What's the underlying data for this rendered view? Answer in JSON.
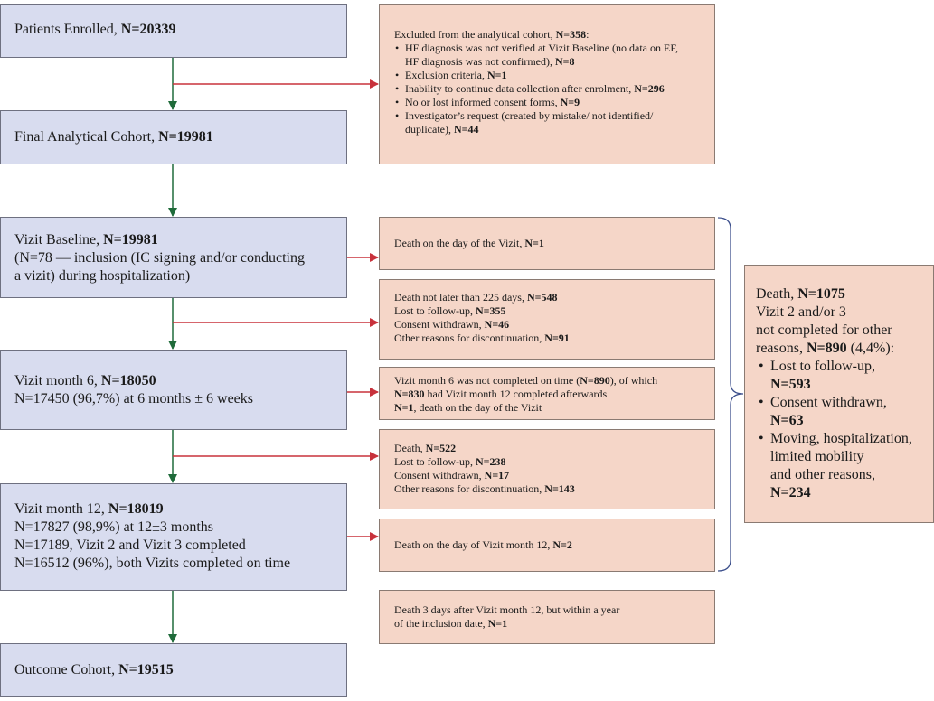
{
  "main_boxes": {
    "enrolled": {
      "label": "Patients Enrolled, ",
      "count": "N=20339"
    },
    "final": {
      "label": "Final Analytical Cohort, ",
      "count": "N=19981"
    },
    "baseline": {
      "label": "Vizit Baseline, ",
      "count": "N=19981",
      "line2": "(N=78 — inclusion (IC signing and/or conducting",
      "line3": "a vizit) during hospitalization)"
    },
    "month6": {
      "label": "Vizit month 6, ",
      "count": "N=18050",
      "line2": "N=17450 (96,7%) at 6 months ± 6 weeks"
    },
    "month12": {
      "label": "Vizit month 12, ",
      "count": "N=18019",
      "line2": "N=17827 (98,9%) at 12±3 months",
      "line3": "N=17189, Vizit 2 and Vizit 3 completed",
      "line4": "N=16512 (96%), both Vizits completed on time"
    },
    "outcome": {
      "label": "Outcome Cohort, ",
      "count": "N=19515"
    }
  },
  "side_boxes": {
    "excluded": {
      "title_pre": "Excluded from the analytical cohort, ",
      "title_n": "N=358",
      "title_post": ":",
      "items": [
        {
          "pre": "HF diagnosis was not verified at Vizit Baseline (no data on EF,",
          "cont": "HF diagnosis was not confirmed), ",
          "n": "N=8"
        },
        {
          "pre": "Exclusion criteria, ",
          "n": "N=1"
        },
        {
          "pre": "Inability to continue data collection after enrolment, ",
          "n": "N=296"
        },
        {
          "pre": "No or lost informed consent forms, ",
          "n": "N=9"
        },
        {
          "pre": "Investigator’s request (created by mistake/ not identified/",
          "cont": "duplicate), ",
          "n": "N=44"
        }
      ]
    },
    "death_visit": {
      "pre": "Death on the day of the Vizit, ",
      "n": "N=1"
    },
    "after_baseline": [
      {
        "pre": "Death not later than 225 days, ",
        "n": "N=548"
      },
      {
        "pre": "Lost to follow-up, ",
        "n": "N=355"
      },
      {
        "pre": "Consent withdrawn, ",
        "n": "N=46"
      },
      {
        "pre": "Other reasons for discontinuation, ",
        "n": "N=91"
      }
    ],
    "month6_late": {
      "l1_pre": "Vizit month 6 was not completed on time (",
      "l1_n": "N=890",
      "l1_post": "), of which",
      "l2_n": "N=830",
      "l2_post": " had Vizit month 12 completed afterwards",
      "l3_n": "N=1",
      "l3_post": ", death on the day of the Vizit"
    },
    "after_month6": [
      {
        "pre": "Death, ",
        "n": "N=522"
      },
      {
        "pre": "Lost to follow-up, ",
        "n": "N=238"
      },
      {
        "pre": "Consent withdrawn, ",
        "n": "N=17"
      },
      {
        "pre": "Other reasons for discontinuation, ",
        "n": "N=143"
      }
    ],
    "death_m12": {
      "pre": "Death on the day of Vizit month 12, ",
      "n": "N=2"
    },
    "death_after": {
      "l1": "Death 3 days after Vizit month 12, but within a year",
      "l2_pre": "of the inclusion date, ",
      "l2_n": "N=1"
    }
  },
  "summary": {
    "death_pre": "Death, ",
    "death_n": "N=1075",
    "l2": "Vizit 2 and/or 3",
    "l3": "not completed for other",
    "l4_pre": "reasons, ",
    "l4_n": "N=890",
    "l4_post": " (4,4%):",
    "items": [
      {
        "label": "Lost to follow-up,",
        "n": "N=593"
      },
      {
        "label": "Consent withdrawn,",
        "n": "N=63"
      },
      {
        "label": "Moving, hospitalization,",
        "l2": "limited mobility",
        "l3": "and other reasons,",
        "n": "N=234"
      }
    ]
  },
  "colors": {
    "main_fill": "#d8dcef",
    "side_fill": "#f5d6c8",
    "green_arrow": "#1f6b3a",
    "red_arrow": "#c8323c",
    "brace": "#3c4f8c"
  }
}
